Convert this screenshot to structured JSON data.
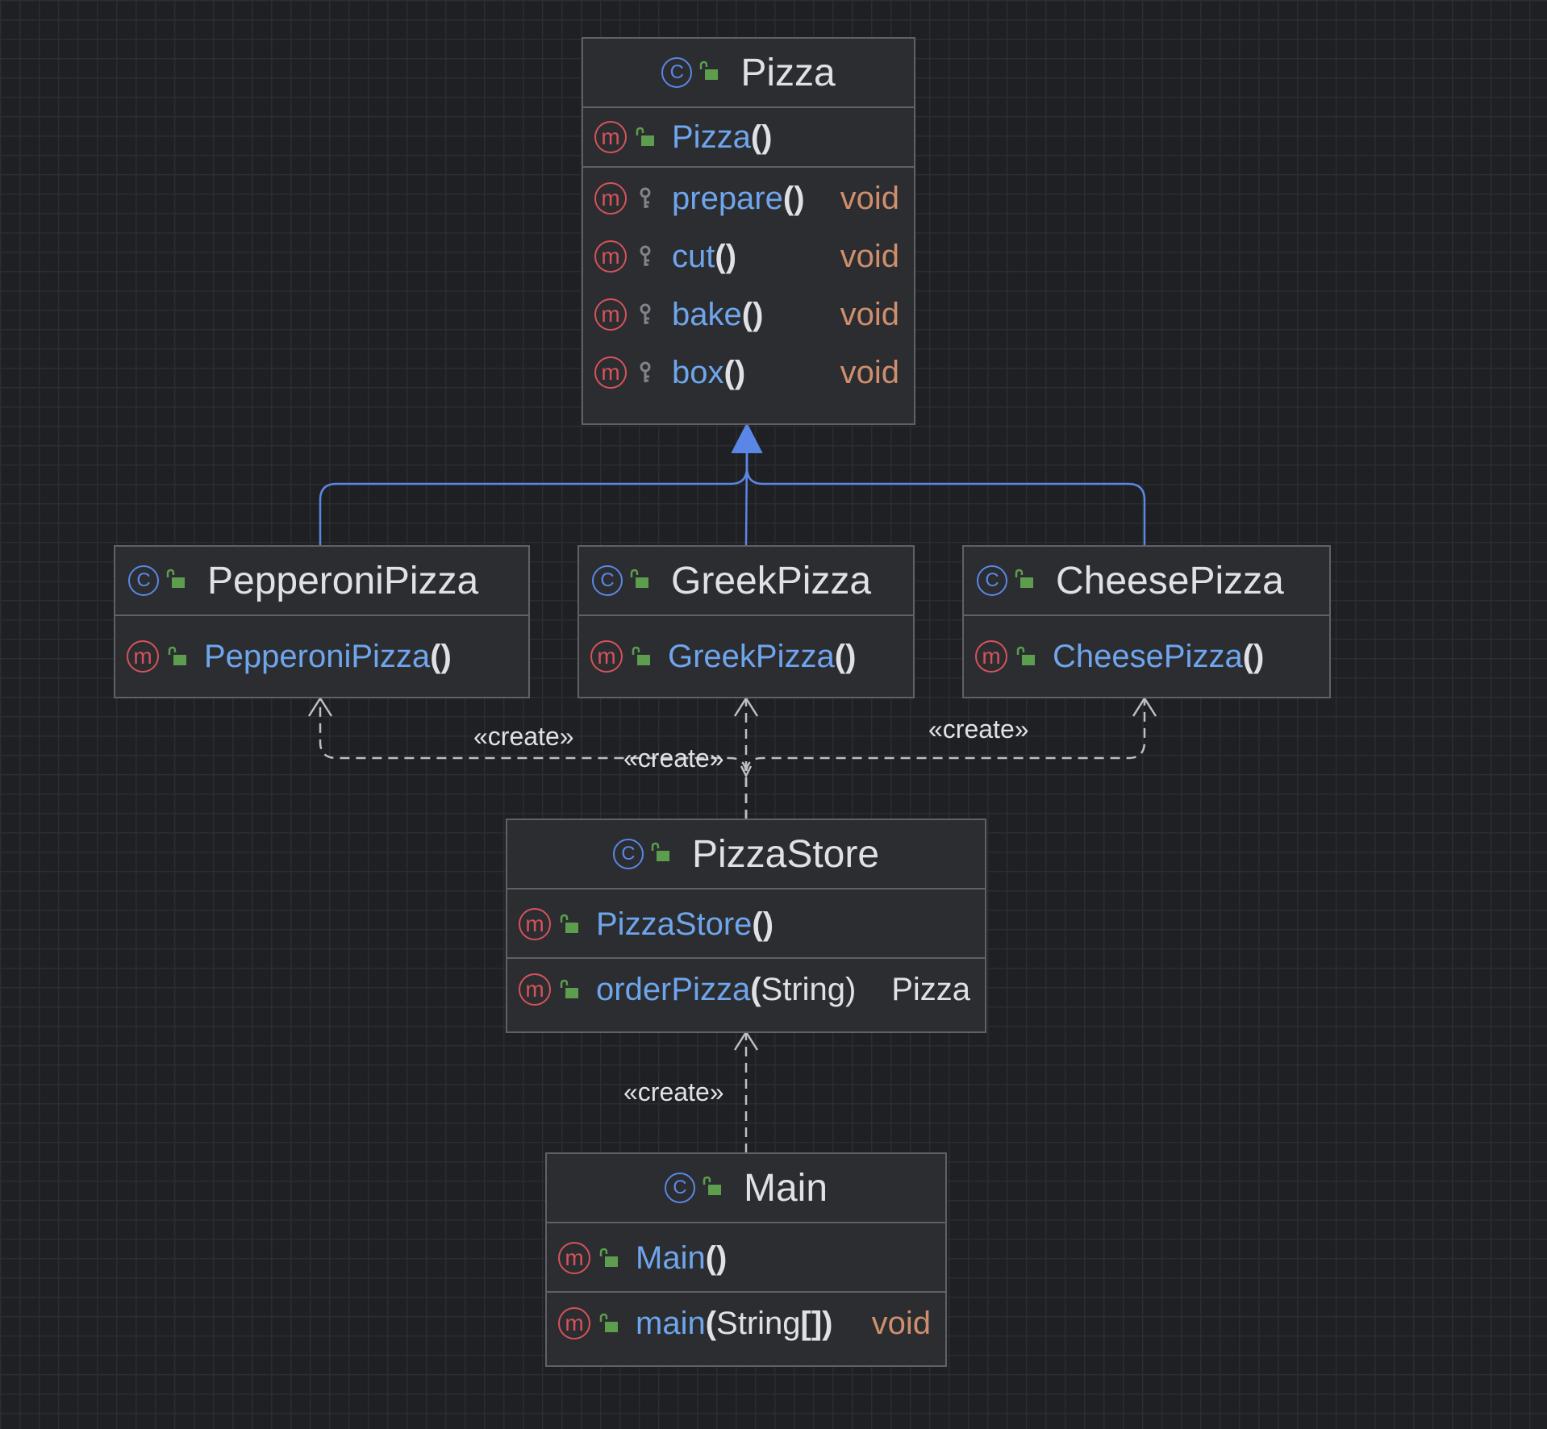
{
  "colors": {
    "background": "#1f2023",
    "box_fill": "#2b2d30",
    "box_border": "#5f6165",
    "class_icon": "#5a87e6",
    "method_icon": "#d6535b",
    "public_icon": "#5c9d4e",
    "protected_icon": "#7f848c",
    "method_name": "#6fa5ec",
    "return_primitive": "#cf8e6d",
    "inheritance_edge": "#5a87e6",
    "dependency_edge": "#bcbec4"
  },
  "classes": {
    "pizza": {
      "icon": "class-icon",
      "visibility": "public",
      "name": "Pizza",
      "constructor": {
        "name": "Pizza",
        "params": "",
        "visibility": "public"
      },
      "methods": [
        {
          "name": "prepare",
          "params": "",
          "ret": "void",
          "visibility": "protected"
        },
        {
          "name": "cut",
          "params": "",
          "ret": "void",
          "visibility": "protected"
        },
        {
          "name": "bake",
          "params": "",
          "ret": "void",
          "visibility": "protected"
        },
        {
          "name": "box",
          "params": "",
          "ret": "void",
          "visibility": "protected"
        }
      ]
    },
    "pepperoni": {
      "icon": "class-icon",
      "visibility": "public",
      "name": "PepperoniPizza",
      "constructor": {
        "name": "PepperoniPizza",
        "params": "",
        "visibility": "public"
      }
    },
    "greek": {
      "icon": "class-icon",
      "visibility": "public",
      "name": "GreekPizza",
      "constructor": {
        "name": "GreekPizza",
        "params": "",
        "visibility": "public"
      }
    },
    "cheese": {
      "icon": "class-icon",
      "visibility": "public",
      "name": "CheesePizza",
      "constructor": {
        "name": "CheesePizza",
        "params": "",
        "visibility": "public"
      }
    },
    "store": {
      "icon": "class-icon",
      "visibility": "public",
      "name": "PizzaStore",
      "constructor": {
        "name": "PizzaStore",
        "params": "",
        "visibility": "public"
      },
      "methods": [
        {
          "name": "orderPizza",
          "params": "String",
          "ret": "Pizza",
          "visibility": "public"
        }
      ]
    },
    "main": {
      "icon": "class-icon",
      "visibility": "public",
      "name": "Main",
      "constructor": {
        "name": "Main",
        "params": "",
        "visibility": "public"
      },
      "methods": [
        {
          "name": "main",
          "params": "String[]",
          "ret": "void",
          "visibility": "public"
        }
      ]
    }
  },
  "relations": [
    {
      "from": "PepperoniPizza",
      "to": "Pizza",
      "kind": "inheritance"
    },
    {
      "from": "GreekPizza",
      "to": "Pizza",
      "kind": "inheritance"
    },
    {
      "from": "CheesePizza",
      "to": "Pizza",
      "kind": "inheritance"
    },
    {
      "from": "PizzaStore",
      "to": "PepperoniPizza",
      "kind": "dependency",
      "label": "«create»"
    },
    {
      "from": "PizzaStore",
      "to": "GreekPizza",
      "kind": "dependency",
      "label": "«create»"
    },
    {
      "from": "PizzaStore",
      "to": "CheesePizza",
      "kind": "dependency",
      "label": "«create»"
    },
    {
      "from": "Main",
      "to": "PizzaStore",
      "kind": "dependency",
      "label": "«create»"
    }
  ],
  "labels": {
    "create_pepperoni": "«create»",
    "create_greek": "«create»",
    "create_cheese": "«create»",
    "create_store": "«create»"
  }
}
